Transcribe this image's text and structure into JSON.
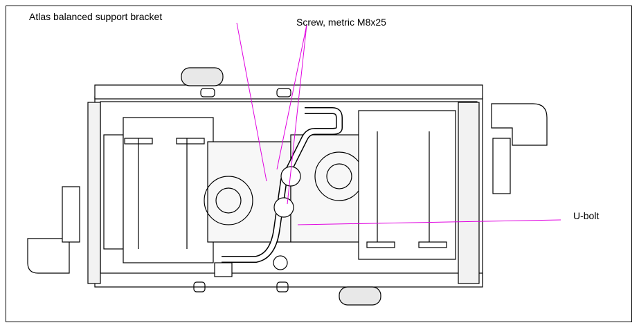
{
  "callouts": {
    "bracket": "Atlas balanced support bracket",
    "screw": "Screw, metric M8x25",
    "ubolt": "U-bolt"
  },
  "colors": {
    "leader": "#e000e0",
    "ink": "#000000",
    "shade": "#d9d9d9"
  },
  "icons": {
    "diagram": "mechanical-assembly-top-view"
  }
}
